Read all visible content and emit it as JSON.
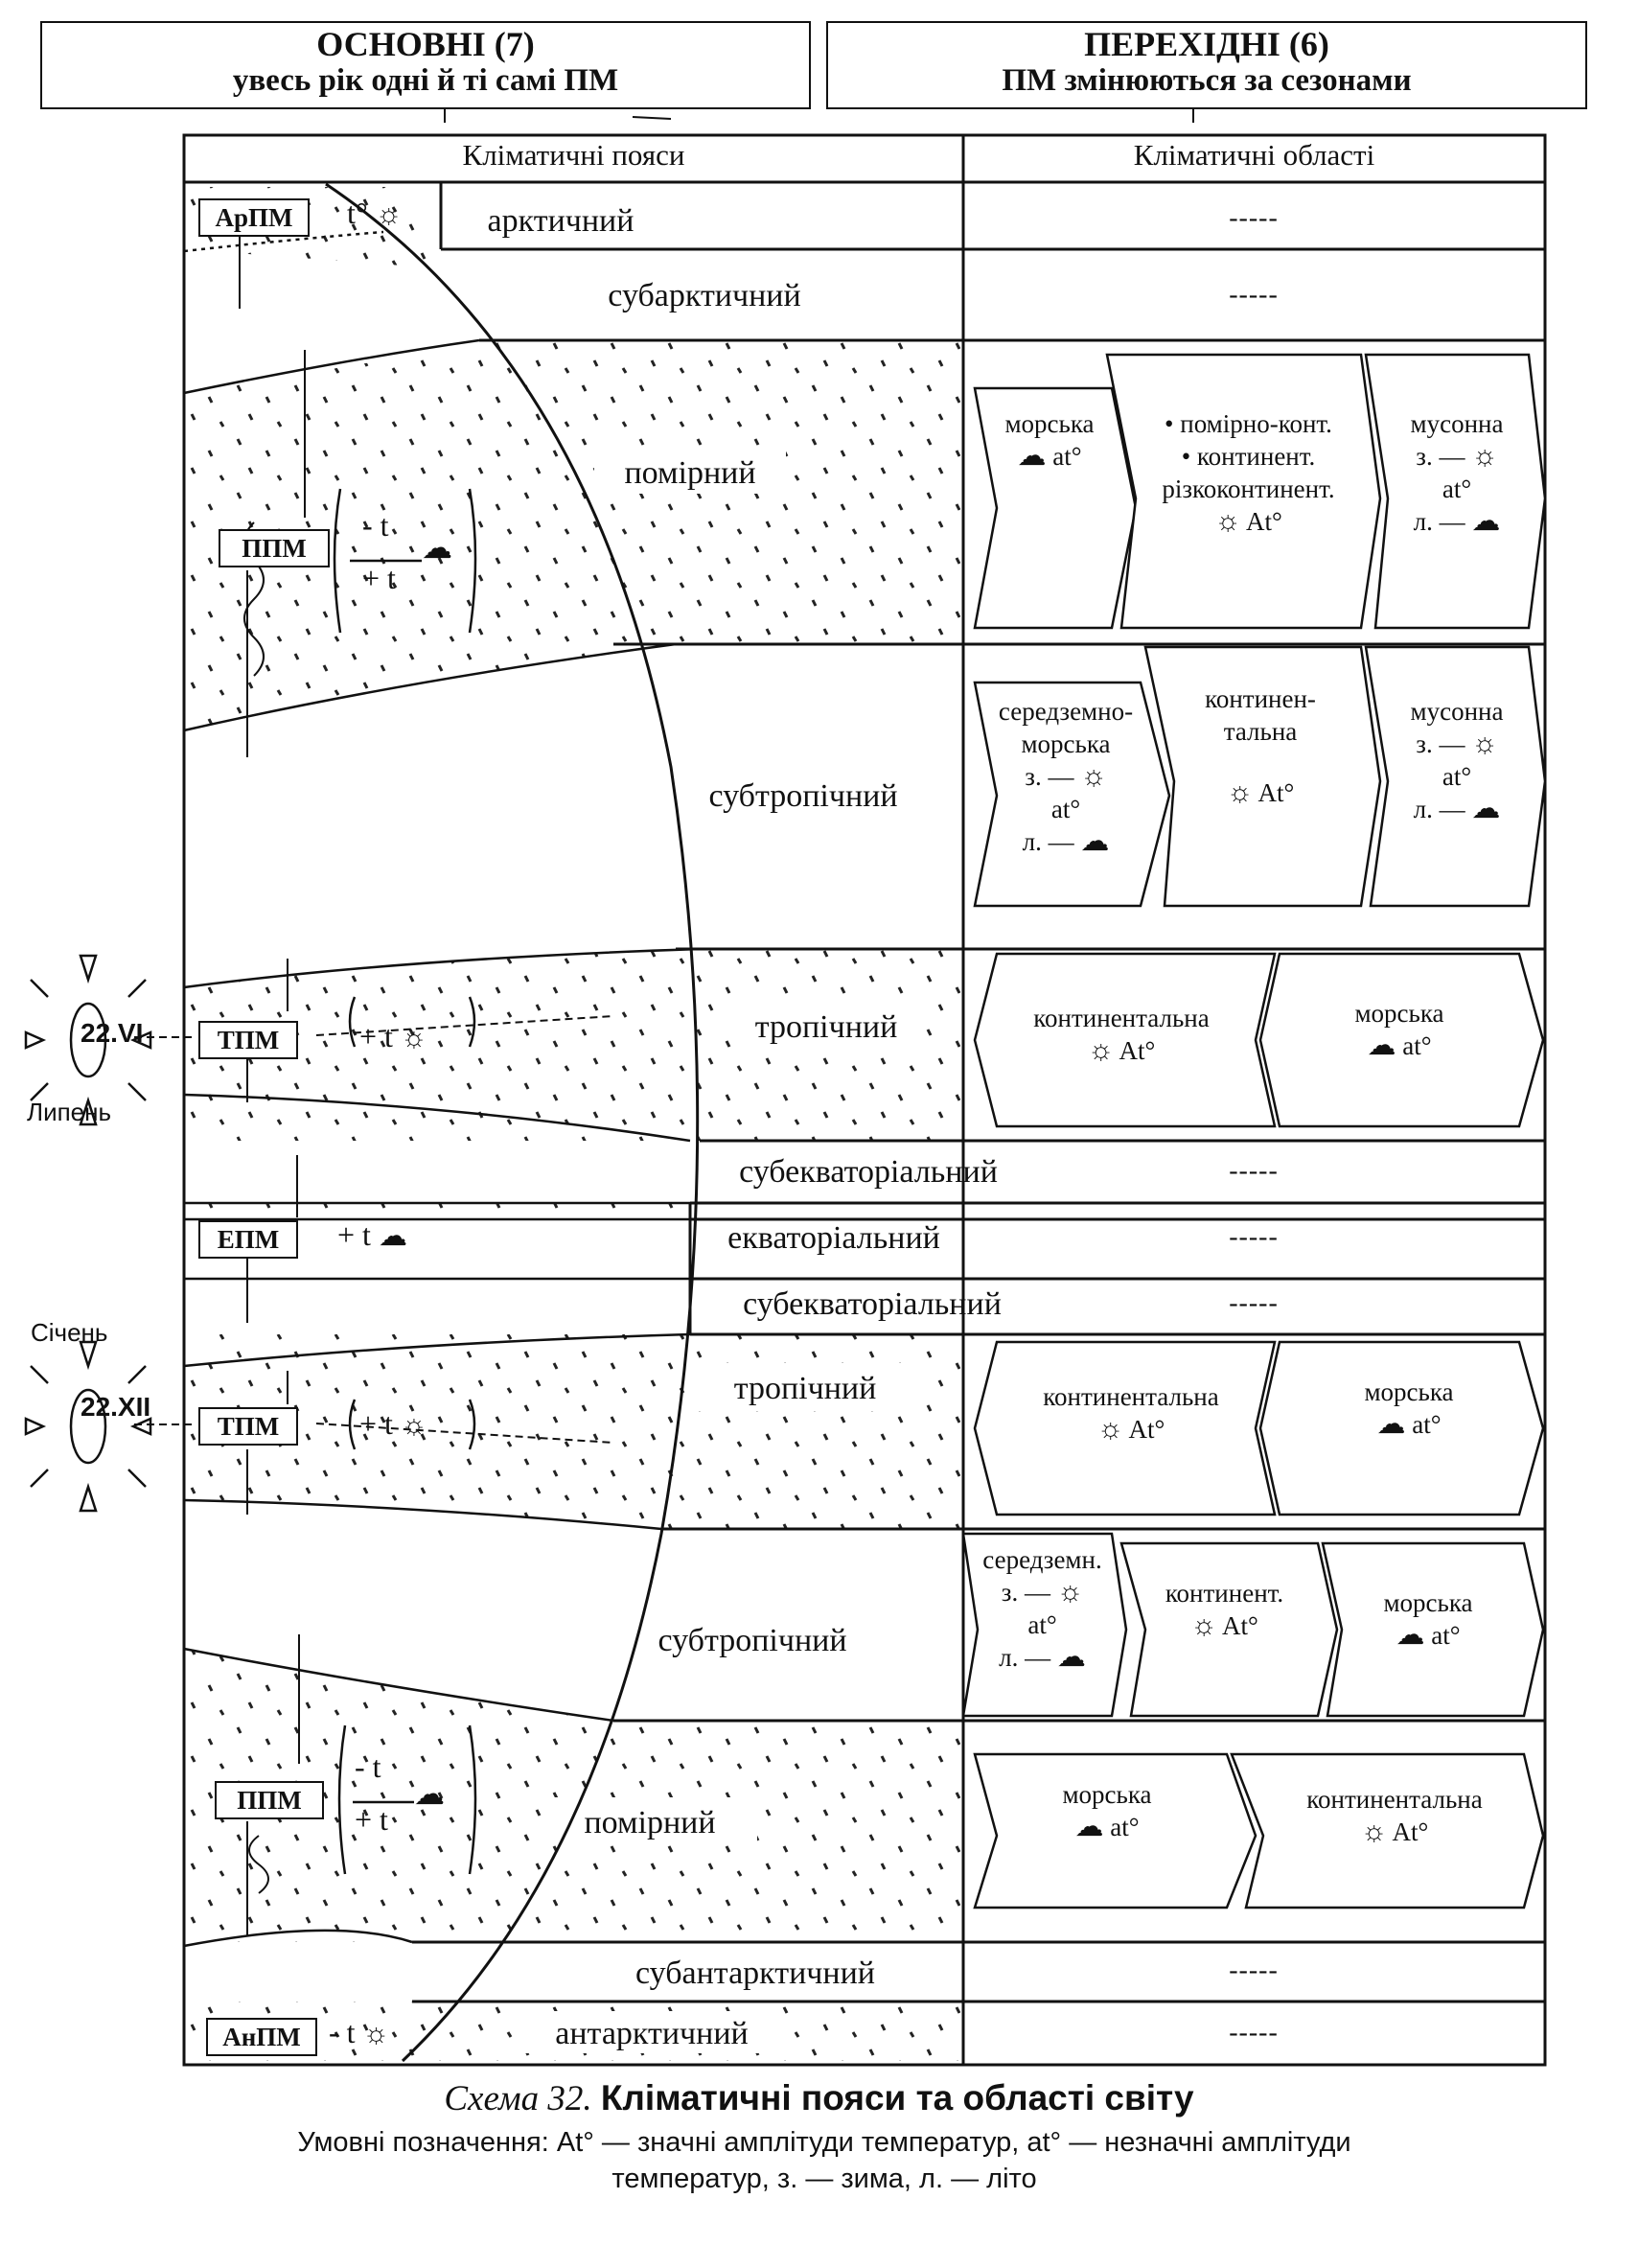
{
  "headers": {
    "basic": {
      "title": "ОСНОВНІ (7)",
      "subtitle": "увесь рік одні й ті самі ПМ"
    },
    "transitional": {
      "title": "ПЕРЕХІДНІ (6)",
      "subtitle": "ПМ змінюються за сезонами"
    }
  },
  "columns": {
    "belts": "Кліматичні пояси",
    "regions": "Кліматичні області"
  },
  "zones": {
    "arctic": "арктичний",
    "subarctic": "субарктичний",
    "temperate_n": "помірний",
    "subtropical_n": "субтропічний",
    "tropical_n": "тропічний",
    "subequatorial_n": "субекваторіальний",
    "equatorial": "екваторіальний",
    "subequatorial_s": "субекваторіальний",
    "tropical_s": "тропічний",
    "subtropical_s": "субтропічний",
    "temperate_s": "помірний",
    "subantarctic": "субантарктичний",
    "antarctic": "антарктичний"
  },
  "no_regions": "-----",
  "air_masses": {
    "arctic": "АрПМ",
    "temperate_n": "ППМ",
    "tropical_n": "ТПМ",
    "equatorial": "ЕПМ",
    "tropical_s": "ТПМ",
    "temperate_s": "ППМ",
    "antarctic": "АнПМ"
  },
  "formulas": {
    "arctic": "t°",
    "temperate_top": "- t",
    "temperate_bottom": "+ t",
    "tropical": "+ t",
    "equatorial": "+ t",
    "antarctic": "- t"
  },
  "solstices": {
    "summer": {
      "date": "22.VI",
      "month": "Липень"
    },
    "winter": {
      "date": "22.XII",
      "month": "Січень"
    }
  },
  "regions": {
    "temperate_n": [
      {
        "lines": [
          "морська",
          "at°"
        ],
        "icon": "cloud-icon"
      },
      {
        "lines": [
          "• помірно-конт.",
          "• континент.",
          "різкоконтинент.",
          "At°"
        ],
        "icon": "sun-icon"
      },
      {
        "lines": [
          "мусонна",
          "з. —",
          "at°",
          "л. —"
        ],
        "icon": "sun-and-rain-icon"
      }
    ],
    "subtropical_n": [
      {
        "lines": [
          "середземно-",
          "морська",
          "з. —",
          "at°",
          "л. —"
        ],
        "icon": "sun-and-rain-icon"
      },
      {
        "lines": [
          "континен-",
          "тальна",
          "At°"
        ],
        "icon": "sun-icon"
      },
      {
        "lines": [
          "мусонна",
          "з. —",
          "at°",
          "л. —"
        ],
        "icon": "sun-and-rain-icon"
      }
    ],
    "tropical_n": [
      {
        "lines": [
          "континентальна",
          "At°"
        ],
        "icon": "sun-icon"
      },
      {
        "lines": [
          "морська",
          "at°"
        ],
        "icon": "cloud-icon"
      }
    ],
    "tropical_s": [
      {
        "lines": [
          "континентальна",
          "At°"
        ],
        "icon": "sun-icon"
      },
      {
        "lines": [
          "морська",
          "at°"
        ],
        "icon": "cloud-icon"
      }
    ],
    "subtropical_s": [
      {
        "lines": [
          "середземн.",
          "з. —",
          "at°",
          "л. —"
        ],
        "icon": "sun-and-rain-icon"
      },
      {
        "lines": [
          "континент.",
          "At°"
        ],
        "icon": "sun-icon"
      },
      {
        "lines": [
          "морська",
          "at°"
        ],
        "icon": "cloud-icon"
      }
    ],
    "temperate_s": [
      {
        "lines": [
          "морська",
          "at°"
        ],
        "icon": "cloud-icon"
      },
      {
        "lines": [
          "континентальна",
          "At°"
        ],
        "icon": "sun-icon"
      }
    ]
  },
  "caption": {
    "number": "Схема 32.",
    "title": "Кліматичні пояси та області світу"
  },
  "legend": {
    "line1": "Умовні позначення: At° — значні амплітуди температур, at° — незначні амплітуди",
    "line2": "температур, з. — зима, л. — літо"
  }
}
